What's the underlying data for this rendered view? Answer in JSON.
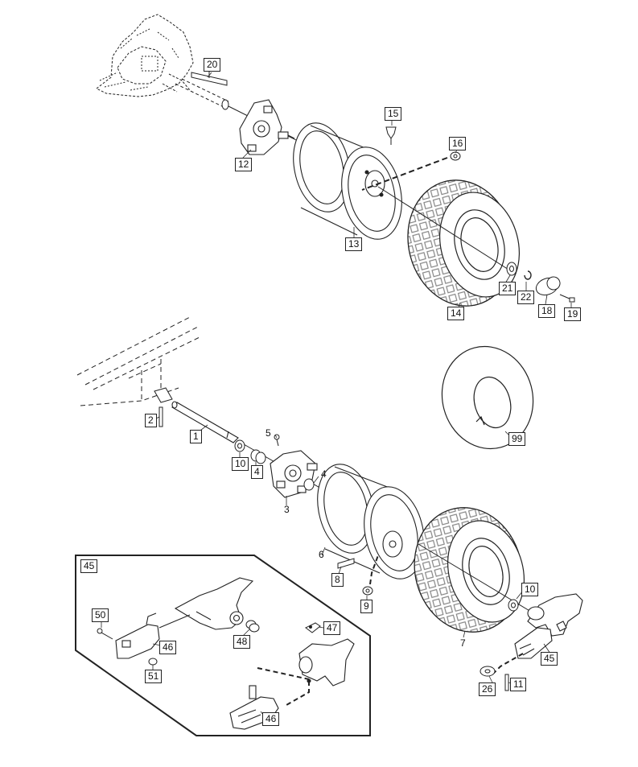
{
  "callouts": {
    "c1": "1",
    "c2": "2",
    "c3": "3",
    "c4a": "4",
    "c4b": "4",
    "c5": "5",
    "c6": "6",
    "c7": "7",
    "c8": "8",
    "c9": "9",
    "c10a": "10",
    "c10b": "10",
    "c11": "11",
    "c12": "12",
    "c13": "13",
    "c14": "14",
    "c15": "15",
    "c16": "16",
    "c18": "18",
    "c19": "19",
    "c20": "20",
    "c21": "21",
    "c22": "22",
    "c26": "26",
    "c45a": "45",
    "c45b": "45",
    "c46a": "46",
    "c46b": "46",
    "c47": "47",
    "c48": "48",
    "c50": "50",
    "c51": "51",
    "c99": "99"
  }
}
